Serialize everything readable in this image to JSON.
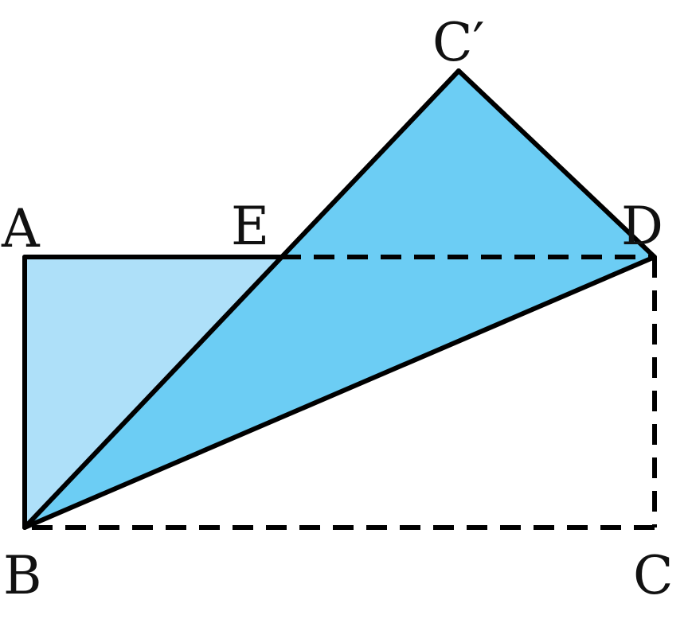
{
  "diagram": {
    "labels": {
      "A": "A",
      "B": "B",
      "C": "C",
      "D": "D",
      "E": "E",
      "C_prime": "C′"
    }
  },
  "colors": {
    "stroke": "#000000",
    "light_fill": "#aee0f9",
    "folded_fill": "#6ccdf4",
    "background": "#ffffff"
  }
}
